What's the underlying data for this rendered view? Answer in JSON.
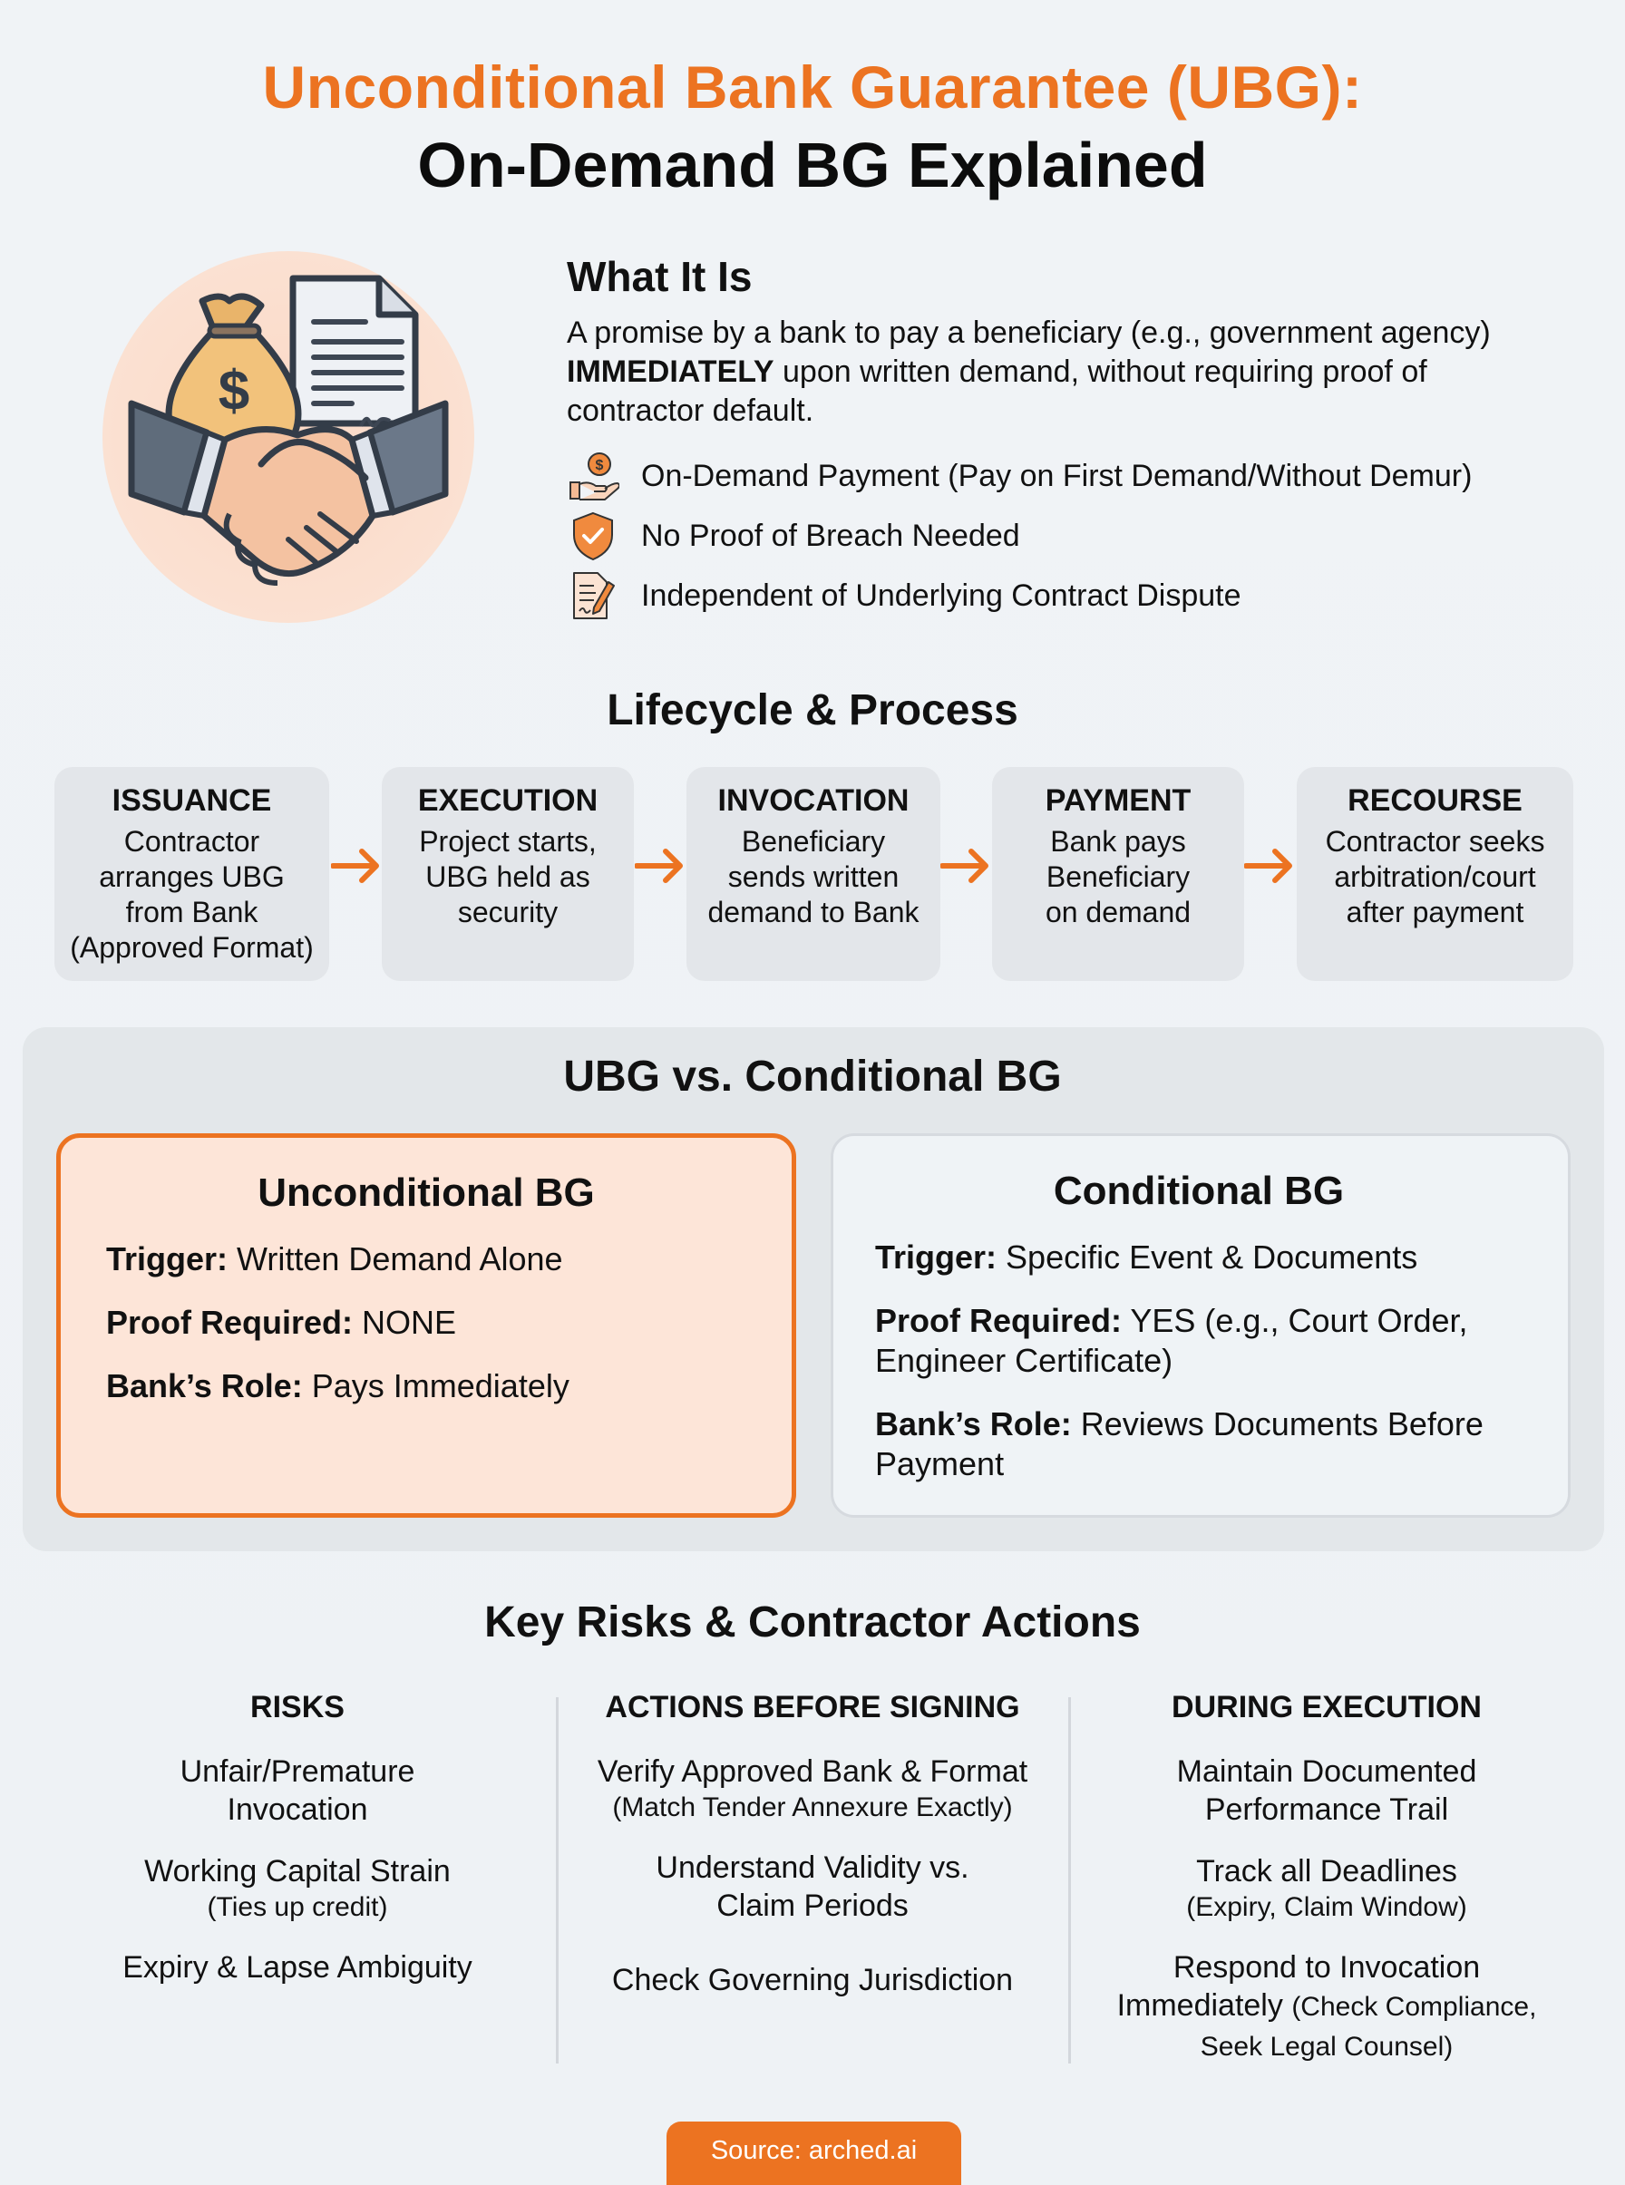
{
  "header": {
    "title_line1": "Unconditional Bank Guarantee (UBG):",
    "title_line2": "On-Demand BG Explained"
  },
  "colors": {
    "accent": "#ec7321",
    "background": "#eef2f5",
    "box_grey": "#e3e6ea",
    "ubg_card_fill": "#fde5d8"
  },
  "hero": {
    "icon": "handshake-money-contract-illustration"
  },
  "what_it_is": {
    "title": "What It Is",
    "desc_before": "A promise by a bank to pay a beneficiary (e.g., government agency) ",
    "desc_bold": "IMMEDIATELY",
    "desc_after": " upon written demand, without requiring proof of contractor default.",
    "features": [
      {
        "icon": "hand-coin-icon",
        "label": "On-Demand Payment (Pay on First Demand/Without Demur)"
      },
      {
        "icon": "shield-check-icon",
        "label": "No Proof of Breach Needed"
      },
      {
        "icon": "document-pen-icon",
        "label": "Independent of Underlying Contract Dispute"
      }
    ]
  },
  "lifecycle": {
    "title": "Lifecycle & Process",
    "steps": [
      {
        "heading": "ISSUANCE",
        "lines": [
          "Contractor",
          "arranges UBG",
          "from Bank",
          "(Approved Format)"
        ]
      },
      {
        "heading": "EXECUTION",
        "lines": [
          "Project starts,",
          "UBG held as",
          "security"
        ]
      },
      {
        "heading": "INVOCATION",
        "lines": [
          "Beneficiary",
          "sends written",
          "demand to Bank"
        ]
      },
      {
        "heading": "PAYMENT",
        "lines": [
          "Bank pays",
          "Beneficiary",
          "on demand"
        ]
      },
      {
        "heading": "RECOURSE",
        "lines": [
          "Contractor seeks",
          "arbitration/court",
          "after payment"
        ]
      }
    ]
  },
  "comparison": {
    "title": "UBG vs. Conditional BG",
    "unconditional": {
      "heading": "Unconditional BG",
      "rows": [
        {
          "key": "Trigger:",
          "value": "Written Demand Alone"
        },
        {
          "key": "Proof Required:",
          "value": "NONE"
        },
        {
          "key": "Bank’s Role:",
          "value": "Pays Immediately"
        }
      ]
    },
    "conditional": {
      "heading": "Conditional BG",
      "rows": [
        {
          "key": "Trigger:",
          "value": "Specific Event & Documents"
        },
        {
          "key": "Proof Required:",
          "value": "YES (e.g., Court Order, Engineer Certificate)"
        },
        {
          "key": "Bank’s Role:",
          "value": "Reviews Documents Before Payment"
        }
      ]
    }
  },
  "risks": {
    "title": "Key Risks & Contractor Actions",
    "columns": [
      {
        "heading": "RISKS",
        "items": [
          {
            "main": "Unfair/Premature Invocation",
            "sub": ""
          },
          {
            "main": "Working Capital Strain",
            "sub": "(Ties up credit)"
          },
          {
            "main": "Expiry & Lapse Ambiguity",
            "sub": ""
          }
        ]
      },
      {
        "heading": "ACTIONS BEFORE SIGNING",
        "items": [
          {
            "main": "Verify Approved Bank & Format",
            "sub": "(Match Tender Annexure Exactly)"
          },
          {
            "main": "Understand Validity vs. Claim Periods",
            "sub": ""
          },
          {
            "main": "Check Governing Jurisdiction",
            "sub": ""
          }
        ]
      },
      {
        "heading": "DURING EXECUTION",
        "items": [
          {
            "main": "Maintain Documented Performance Trail",
            "sub": ""
          },
          {
            "main": "Track all Deadlines",
            "sub": "(Expiry, Claim Window)"
          },
          {
            "main": "Respond to Invocation Immediately",
            "sub": "(Check Compliance, Seek Legal Counsel)"
          }
        ]
      }
    ]
  },
  "footer": {
    "source": "Source: arched.ai"
  }
}
